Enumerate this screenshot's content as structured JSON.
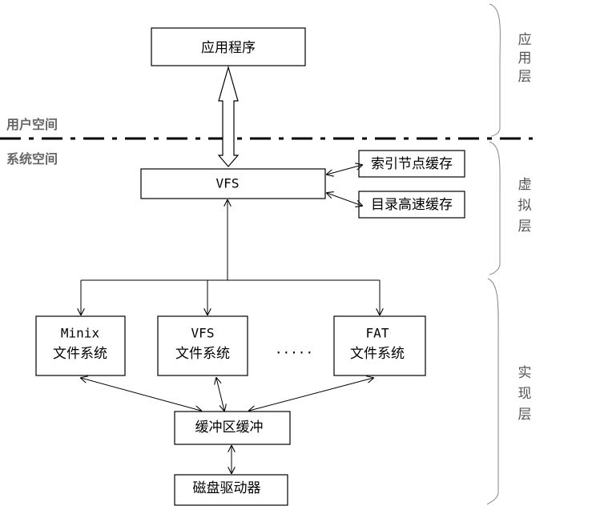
{
  "colors": {
    "line": "#000000",
    "side_label": "#555555",
    "space_label": "#666666",
    "brace": "#888888"
  },
  "boxes": {
    "app": "应用程序",
    "vfs": "VFS",
    "inode_cache": "索引节点缓存",
    "dir_cache": "目录高速缓存",
    "minix_name": "Minix",
    "minix_sub": "文件系统",
    "vfs2_name": "VFS",
    "vfs2_sub": "文件系统",
    "ellipsis": ".....",
    "fat_name": "FAT",
    "fat_sub": "文件系统",
    "buffer": "缓冲区缓冲",
    "disk": "磁盘驱动器"
  },
  "spaces": {
    "user": "用户空间",
    "system": "系统空间"
  },
  "layers": {
    "app": [
      "应",
      "用",
      "层"
    ],
    "virtual": [
      "虚",
      "拟",
      "层"
    ],
    "impl": [
      "实",
      "现",
      "层"
    ]
  }
}
